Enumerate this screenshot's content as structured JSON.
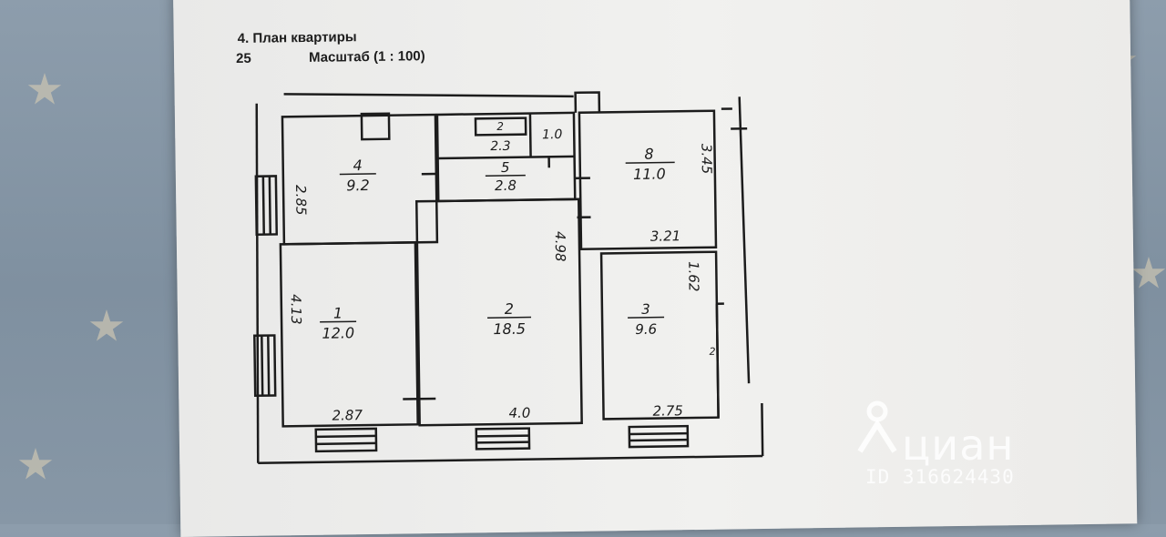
{
  "document": {
    "title": "4. План квартиры",
    "page_number": "25",
    "scale": "Масштаб (1 : 100)"
  },
  "rooms": [
    {
      "id": "r4",
      "number": "4",
      "area": "9.2"
    },
    {
      "id": "r5",
      "number": "5",
      "area": "2.8"
    },
    {
      "id": "r8",
      "number": "8",
      "area": "11.0"
    },
    {
      "id": "r1",
      "number": "1",
      "area": "12.0"
    },
    {
      "id": "r2",
      "number": "2",
      "area": "18.5"
    },
    {
      "id": "r3",
      "number": "3",
      "area": "9.6"
    },
    {
      "id": "r7",
      "number": "2",
      "area": "2.3"
    },
    {
      "id": "r6",
      "number": "",
      "area": "1.0"
    }
  ],
  "dimensions": {
    "d285": "2.85",
    "d413": "4.13",
    "d287": "2.87",
    "d40": "4.0",
    "d498": "4.98",
    "d345": "3.45",
    "d321": "3.21",
    "d162": "1.62",
    "d275": "2.75",
    "d2": "2"
  },
  "watermark": {
    "brand": "циан",
    "id": "ID 316624430"
  },
  "colors": {
    "ink": "#1c1c1c",
    "paper": "#efefed",
    "background": "#8a9aa9"
  }
}
